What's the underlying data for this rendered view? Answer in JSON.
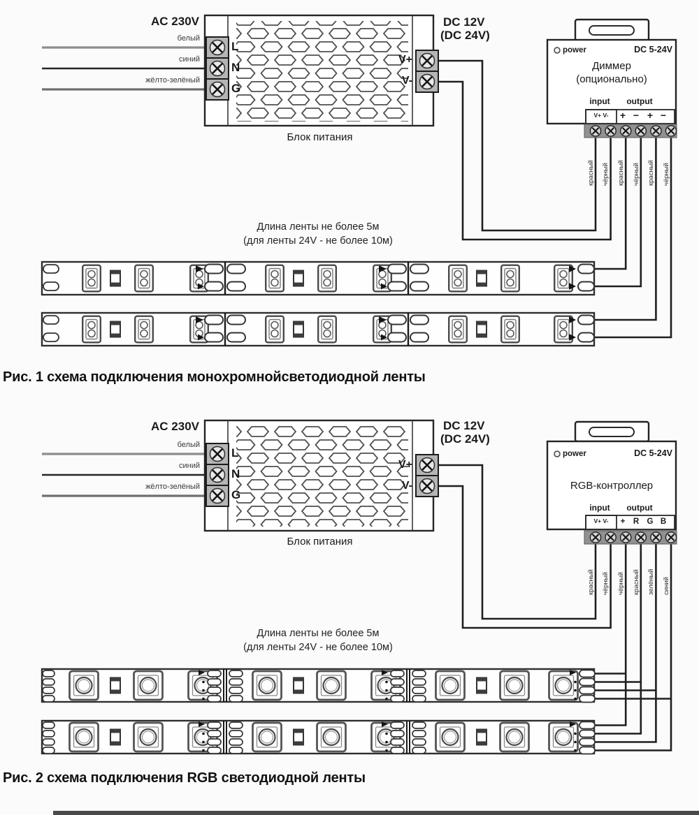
{
  "figure1": {
    "ac_voltage": "AC 230V",
    "ac_wires": [
      "белый",
      "синий",
      "жёлто-зелёный"
    ],
    "psu_terminals_in": [
      "L",
      "N",
      "G"
    ],
    "psu_terminals_out": [
      "V+",
      "V-"
    ],
    "psu_name": "Блок питания",
    "dc_voltage_line1": "DC 12V",
    "dc_voltage_line2": "(DC 24V)",
    "controller": {
      "power_led": "power",
      "voltage": "DC 5-24V",
      "name_line1": "Диммер",
      "name_line2": "(опционально)",
      "input_label": "input",
      "output_label": "output",
      "input_terminals": "V+ V-",
      "output_terminals": [
        "+",
        "−",
        "+",
        "−"
      ],
      "wire_colors": [
        "красный",
        "чёрный",
        "красный",
        "чёрный",
        "красный",
        "чёрный"
      ]
    },
    "strip_note_line1": "Длина ленты не более 5м",
    "strip_note_line2": "(для ленты 24V - не более 10м)",
    "caption": "Рис. 1 схема подключения монохромнойсветодиодной ленты"
  },
  "figure2": {
    "ac_voltage": "AC 230V",
    "ac_wires": [
      "белый",
      "синий",
      "жёлто-зелёный"
    ],
    "psu_terminals_in": [
      "L",
      "N",
      "G"
    ],
    "psu_terminals_out": [
      "V+",
      "V-"
    ],
    "psu_name": "Блок питания",
    "dc_voltage_line1": "DC 12V",
    "dc_voltage_line2": "(DC 24V)",
    "controller": {
      "power_led": "power",
      "voltage": "DC 5-24V",
      "name_line1": "RGB-контроллер",
      "input_label": "input",
      "output_label": "output",
      "input_terminals": "V+ V-",
      "output_terminals": [
        "+",
        "R",
        "G",
        "B"
      ],
      "wire_colors": [
        "красный",
        "чёрный",
        "чёрный",
        "красный",
        "зелёный",
        "синий"
      ]
    },
    "strip_note_line1": "Длина ленты не более 5м",
    "strip_note_line2": "(для ленты 24V - не более 10м)",
    "caption": "Рис. 2 схема подключения RGB светодиодной ленты"
  }
}
